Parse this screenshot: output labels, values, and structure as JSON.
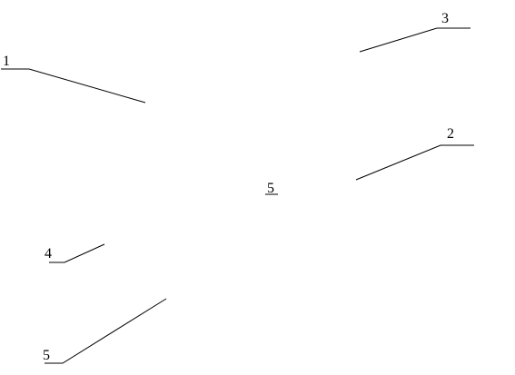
{
  "callouts": [
    {
      "id": "callout-1",
      "label": "1"
    },
    {
      "id": "callout-2",
      "label": "2"
    },
    {
      "id": "callout-3",
      "label": "3"
    },
    {
      "id": "callout-4",
      "label": "4"
    },
    {
      "id": "callout-5-center",
      "label": "5"
    },
    {
      "id": "callout-5-bottom",
      "label": "5"
    }
  ]
}
